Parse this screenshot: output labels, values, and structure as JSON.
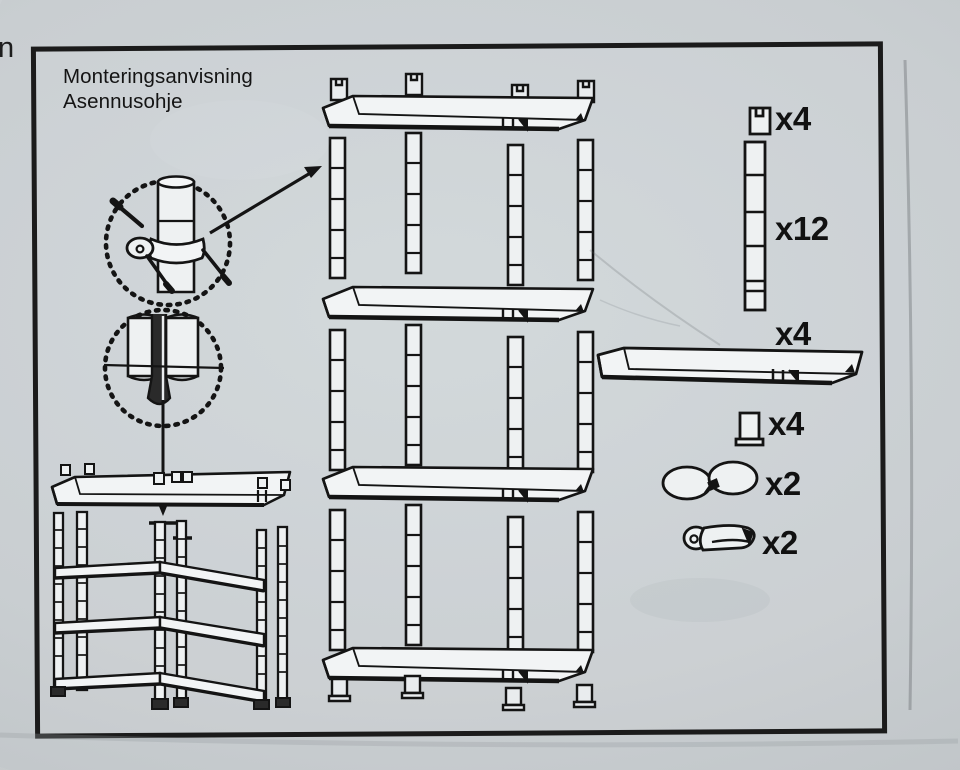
{
  "sheet": {
    "cutoff_text": "n",
    "title_line1": "Monteringsanvisning",
    "title_line2": "Asennusohje",
    "ink_color": "#141414",
    "paper_color": "#ccd1d4",
    "frame_color": "#1b1b1b"
  },
  "parts_list": [
    {
      "name": "cap-connector",
      "icon": "post-cap",
      "qty": "x4"
    },
    {
      "name": "post-tube",
      "icon": "vertical-post",
      "qty": "x12"
    },
    {
      "name": "shelf-board",
      "icon": "shelf-board",
      "qty": "x4"
    },
    {
      "name": "foot-cap",
      "icon": "foot-cap",
      "qty": "x4"
    },
    {
      "name": "double-ring-clip",
      "icon": "double-ring-clip",
      "qty": "x2"
    },
    {
      "name": "clamp-tool",
      "icon": "clamp-tool",
      "qty": "x2"
    }
  ],
  "exploded_diagram": {
    "name": "exploded-shelf-assembly",
    "shelf_count": 4,
    "post_columns": 4,
    "post_rows": 3,
    "top_caps": 4,
    "bottom_feet": 4
  },
  "details": [
    {
      "name": "clip-on-post-detail",
      "description": "clip fastened around post tube",
      "callout": "arrow-to-post"
    },
    {
      "name": "post-joint-detail",
      "description": "post halves joined over shelf",
      "callout": "arrow-down-to-shelf"
    }
  ],
  "assembled_view": {
    "name": "assembled-shelving-unit",
    "shelves": 3,
    "posts": 6,
    "incoming_shelf": "top-shelf-drop-in"
  }
}
